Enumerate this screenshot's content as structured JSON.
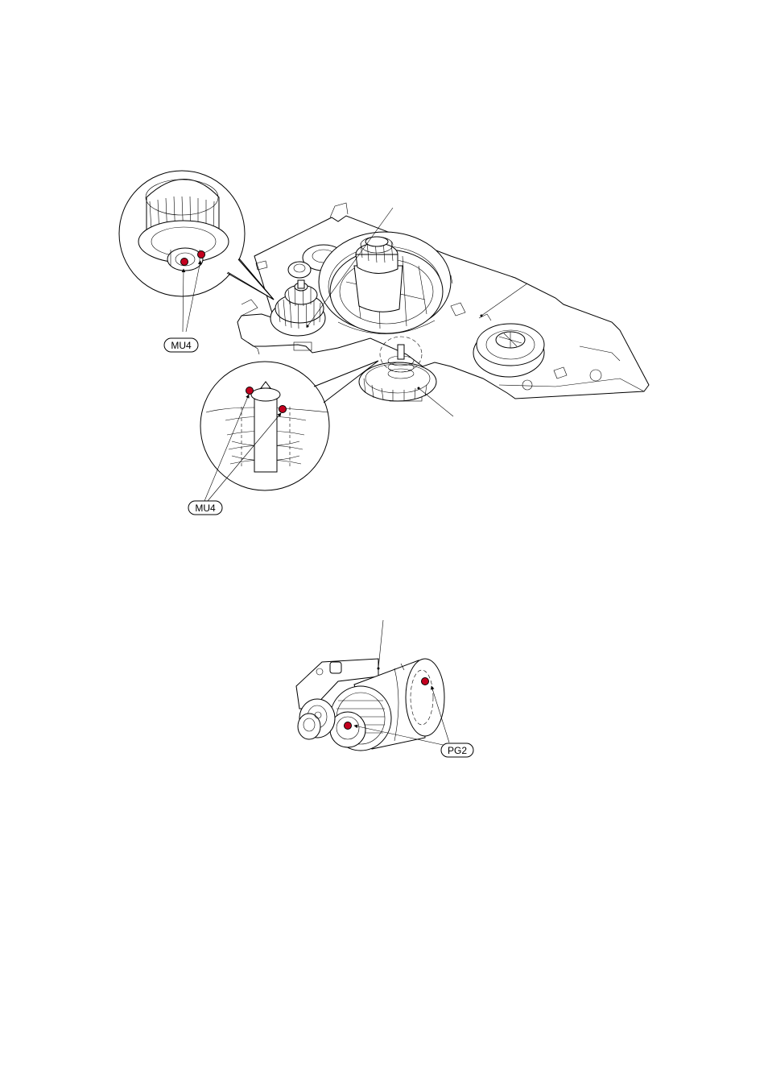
{
  "labels": {
    "mu4_top": "MU4",
    "mu4_bottom": "MU4",
    "pg2": "PG2"
  },
  "colors": {
    "lubrication_point": "#c4001f",
    "line": "#000000"
  },
  "icons": {
    "lubrication_point": "red-dot-icon"
  }
}
